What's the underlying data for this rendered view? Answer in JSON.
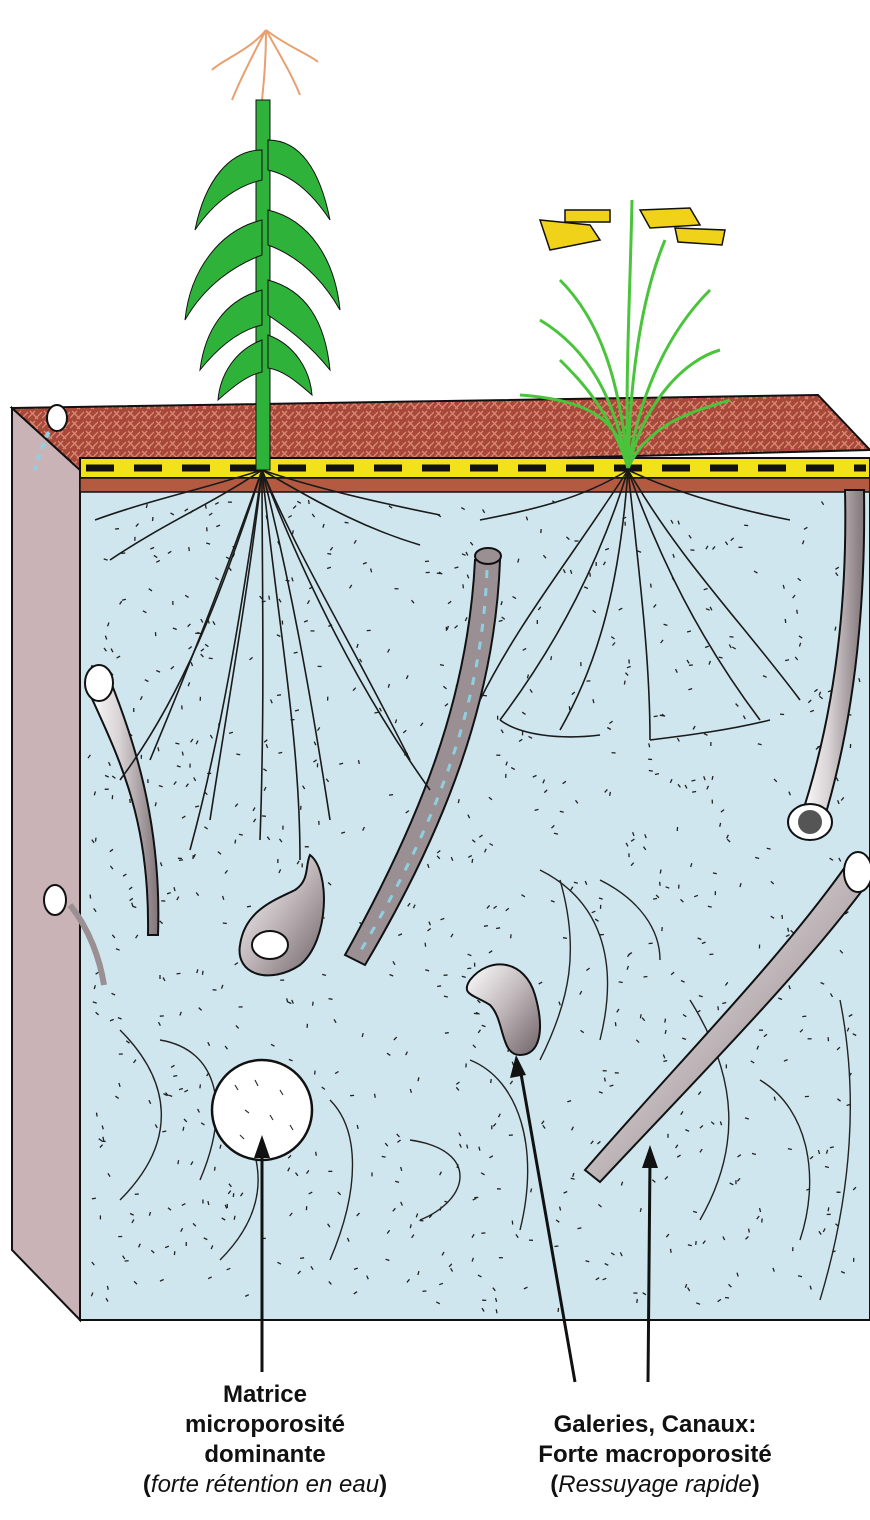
{
  "labels": {
    "matrice": {
      "line1": "Matrice",
      "line2": "microporosité",
      "line3": "dominante",
      "paren_open": "(",
      "italic": "forte rétention en eau",
      "paren_close": ")"
    },
    "galeries": {
      "line1": "Galeries, Canaux:",
      "line2": "Forte macroporosité",
      "paren_open": "(",
      "italic": "Ressuyage rapide",
      "paren_close": ")"
    }
  },
  "colors": {
    "soil_matrix": "#cfe6ee",
    "soil_side": "#c9b3b7",
    "topsoil": "#a8483a",
    "surface_band": "#f2e21a",
    "leaf_green": "#2fb23a",
    "grass_green": "#49c43b",
    "rice_panicle": "#f0d21a",
    "maize_tassel": "#e8a070",
    "root": "#1a1a1a",
    "burrow_grey": "#9a8f93",
    "macropore_white": "#ffffff",
    "outline": "#111111"
  },
  "icons": {
    "plant_left": "maize-plant-icon",
    "plant_right": "rice-plant-icon"
  }
}
